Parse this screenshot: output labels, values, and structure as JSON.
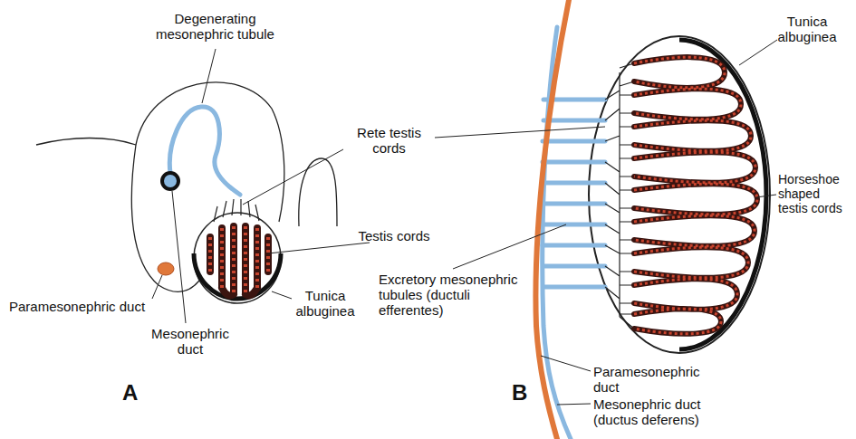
{
  "diagram": {
    "labels": [
      "Degenerating mesonephric tubule",
      "Rete testis cords",
      "Testis cords",
      "Tunica albuginea",
      "Paramesonephric duct",
      "Mesonephric duct",
      "A",
      "Tunica albuginea",
      "Horseshoe shaped testis cords",
      "Excretory mesonephric tubules (ductuli efferentes)",
      "Paramesonephric duct",
      "Mesonephric duct (ductus deferens)",
      "B"
    ]
  }
}
